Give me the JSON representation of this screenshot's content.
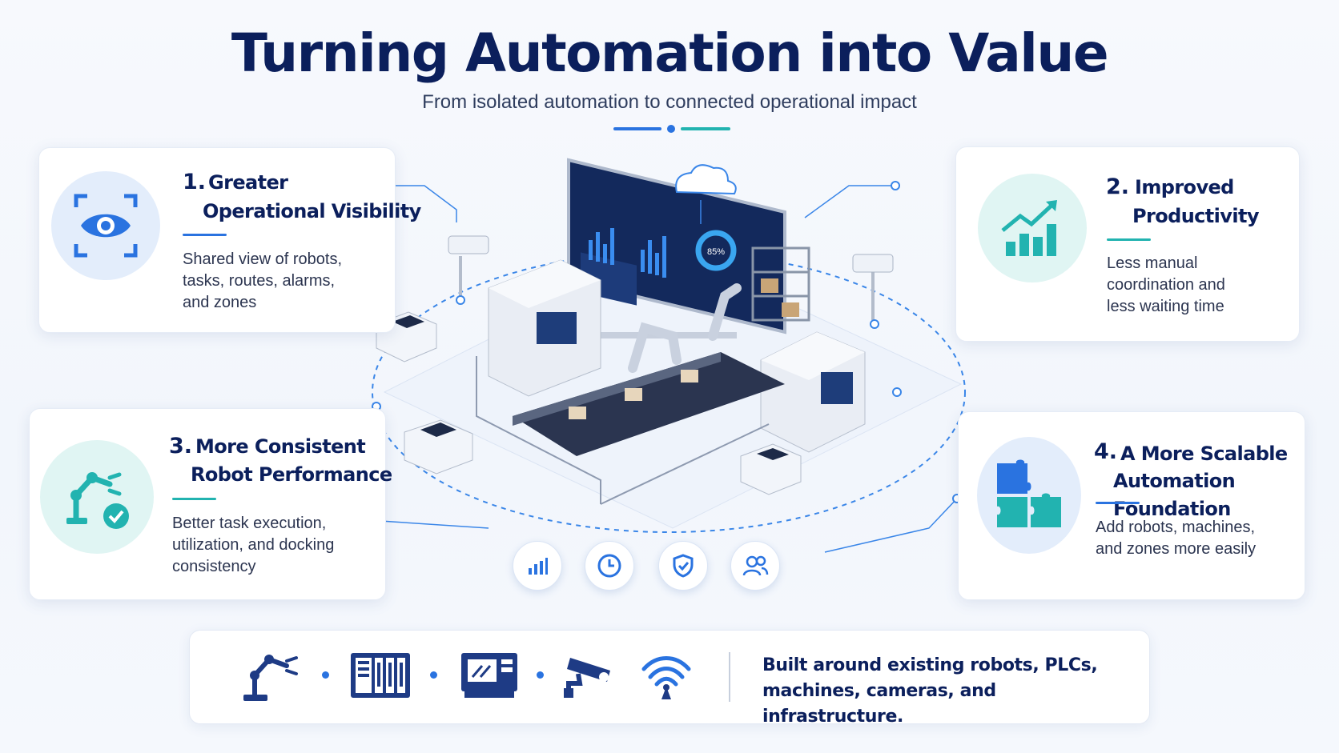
{
  "header": {
    "title": "Turning Automation into Value",
    "subtitle": "From isolated automation to connected operational impact"
  },
  "colors": {
    "navy": "#0b1f5c",
    "blue": "#2a73e0",
    "teal": "#22b3b0",
    "light_blue_circle": "#e3edfb",
    "light_teal_circle": "#e0f5f3"
  },
  "cards": [
    {
      "number": "1.",
      "title_line1": "Greater",
      "title_line2": "Operational Visibility",
      "description_lines": [
        "Shared view of robots,",
        "tasks, routes, alarms,",
        "and zones"
      ],
      "icon": "eye-focus-icon"
    },
    {
      "number": "2.",
      "title_line1": "Improved",
      "title_line2": "Productivity",
      "description_lines": [
        "Less manual",
        "coordination and",
        "less waiting time"
      ],
      "icon": "growth-chart-icon"
    },
    {
      "number": "3.",
      "title_line1": "More Consistent",
      "title_line2": "Robot Performance",
      "description_lines": [
        "Better task execution,",
        "utilization, and docking",
        "consistency"
      ],
      "icon": "robot-arm-check-icon"
    },
    {
      "number": "4.",
      "title_line1": "A More Scalable",
      "title_line2": "Automation Foundation",
      "description_lines": [
        "Add robots, machines,",
        "and zones more easily"
      ],
      "icon": "puzzle-icon"
    }
  ],
  "scene": {
    "dashboard_gauge": "85%",
    "badges": [
      "analytics-icon",
      "clock-icon",
      "shield-check-icon",
      "users-icon"
    ]
  },
  "footer": {
    "icons": [
      "robot-arm-icon",
      "plc-rack-icon",
      "cnc-machine-icon",
      "security-camera-icon",
      "wifi-signal-icon"
    ],
    "text_line1": "Built around existing robots, PLCs,",
    "text_line2": "machines, cameras, and infrastructure."
  }
}
